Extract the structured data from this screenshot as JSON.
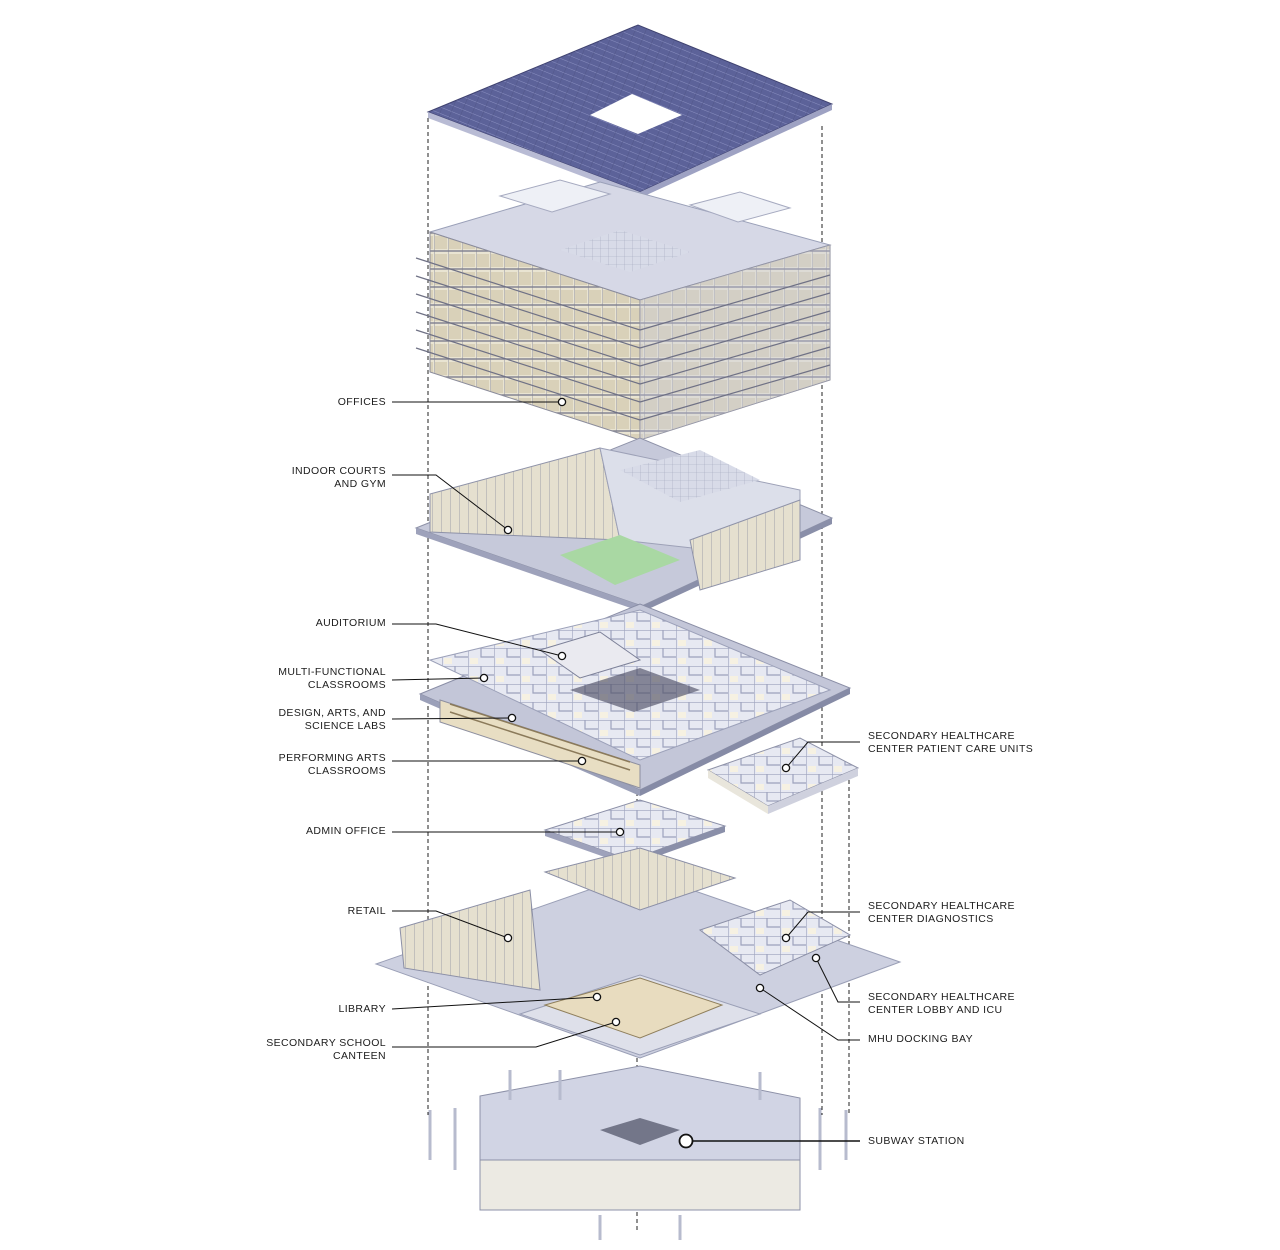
{
  "diagram": {
    "labels_left": {
      "offices": "OFFICES",
      "indoor_courts": "INDOOR COURTS\nAND GYM",
      "auditorium": "AUDITORIUM",
      "multi_functional": "MULTI-FUNCTIONAL\nCLASSROOMS",
      "design_labs": "DESIGN, ARTS, AND\nSCIENCE LABS",
      "performing_arts": "PERFORMING ARTS\nCLASSROOMS",
      "admin_office": "ADMIN OFFICE",
      "retail": "RETAIL",
      "library": "LIBRARY",
      "canteen": "SECONDARY SCHOOL\nCANTEEN"
    },
    "labels_right": {
      "patient_care": "SECONDARY HEALTHCARE\nCENTER PATIENT CARE UNITS",
      "diagnostics": "SECONDARY HEALTHCARE\nCENTER DIAGNOSTICS",
      "lobby_icu": "SECONDARY HEALTHCARE\nCENTER LOBBY AND ICU",
      "mhu_docking": "MHU DOCKING BAY",
      "subway": "SUBWAY STATION"
    },
    "colors": {
      "roof_panels": "#5a5f96",
      "slab": "#dcdce8",
      "glass": "#c8d0e6",
      "wall_light": "#f3efe4",
      "wall_shade": "#bfc2d2",
      "leader": "#111111",
      "court_green": "#9fd79a"
    }
  }
}
